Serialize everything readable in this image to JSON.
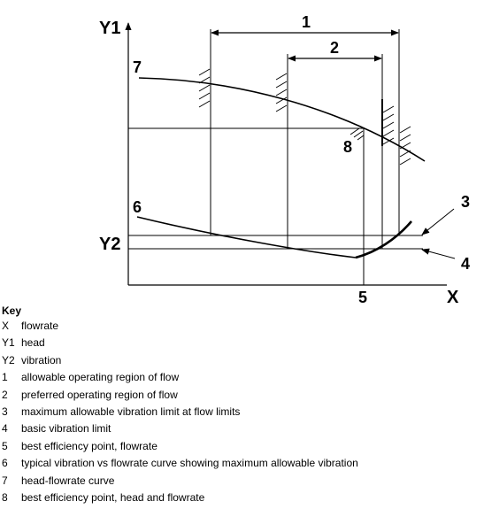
{
  "diagram": {
    "labels": {
      "y1_axis": "Y1",
      "y2_axis": "Y2",
      "x_axis": "X",
      "region_allowable": "1",
      "region_preferred": "2",
      "max_vibration_limit": "3",
      "basic_vibration_limit": "4",
      "bep_flowrate": "5",
      "vibration_curve": "6",
      "head_curve": "7",
      "bep_point": "8"
    }
  },
  "key": {
    "title": "Key",
    "items": [
      {
        "code": "X",
        "text": "flowrate"
      },
      {
        "code": "Y1",
        "text": "head"
      },
      {
        "code": "Y2",
        "text": "vibration"
      },
      {
        "code": "1",
        "text": "allowable operating region of flow"
      },
      {
        "code": "2",
        "text": "preferred operating region of flow"
      },
      {
        "code": "3",
        "text": "maximum allowable vibration limit at flow limits"
      },
      {
        "code": "4",
        "text": "basic vibration limit"
      },
      {
        "code": "5",
        "text": "best efficiency point, flowrate"
      },
      {
        "code": "6",
        "text": "typical vibration vs flowrate curve showing maximum allowable vibration"
      },
      {
        "code": "7",
        "text": "head-flowrate curve"
      },
      {
        "code": "8",
        "text": "best efficiency point, head and flowrate"
      }
    ]
  }
}
